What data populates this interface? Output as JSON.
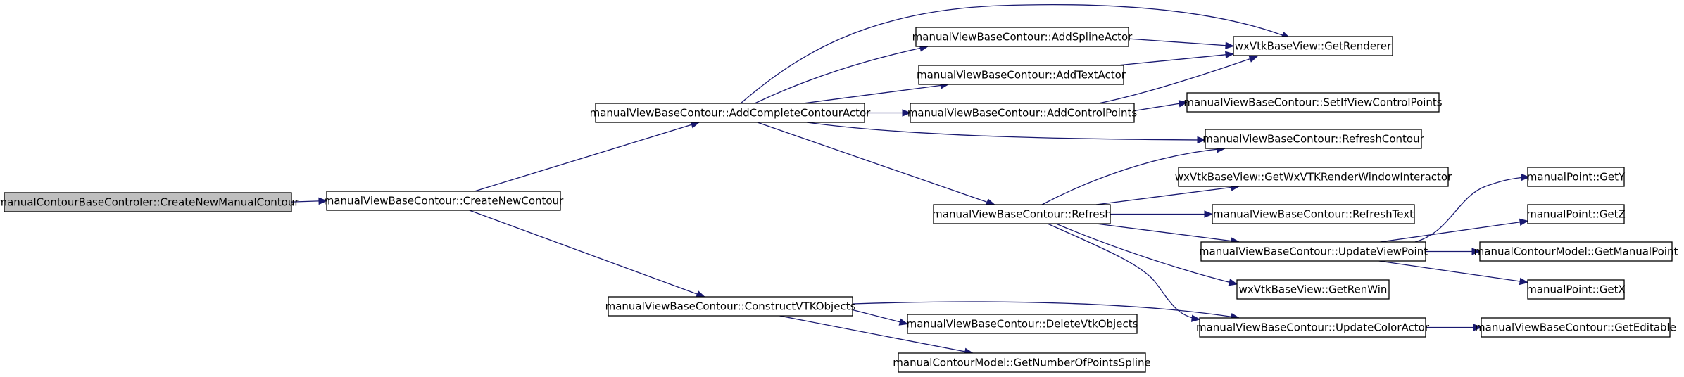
{
  "colors": {
    "root_fill": "#bfbfbf",
    "node_fill": "#ffffff",
    "border": "#000000",
    "edge": "#191970"
  },
  "nodes": [
    {
      "id": "n0",
      "label": "manualContourBaseControler::CreateNewManualContour",
      "root": true
    },
    {
      "id": "n1",
      "label": "manualViewBaseContour::CreateNewContour"
    },
    {
      "id": "n2",
      "label": "manualViewBaseContour::AddCompleteContourActor"
    },
    {
      "id": "n3",
      "label": "manualViewBaseContour::ConstructVTKObjects"
    },
    {
      "id": "n4",
      "label": "manualViewBaseContour::AddSplineActor"
    },
    {
      "id": "n5",
      "label": "manualViewBaseContour::AddTextActor"
    },
    {
      "id": "n6",
      "label": "manualViewBaseContour::AddControlPoints"
    },
    {
      "id": "n7",
      "label": "manualViewBaseContour::Refresh"
    },
    {
      "id": "n8",
      "label": "wxVtkBaseView::GetRenderer"
    },
    {
      "id": "n9",
      "label": "manualViewBaseContour::SetIfViewControlPoints"
    },
    {
      "id": "n10",
      "label": "manualViewBaseContour::RefreshContour"
    },
    {
      "id": "n11",
      "label": "wxVtkBaseView::GetWxVTKRenderWindowInteractor"
    },
    {
      "id": "n12",
      "label": "manualViewBaseContour::RefreshText"
    },
    {
      "id": "n13",
      "label": "manualViewBaseContour::UpdateViewPoint"
    },
    {
      "id": "n14",
      "label": "wxVtkBaseView::GetRenWin"
    },
    {
      "id": "n15",
      "label": "manualViewBaseContour::UpdateColorActor"
    },
    {
      "id": "n16",
      "label": "manualViewBaseContour::DeleteVtkObjects"
    },
    {
      "id": "n17",
      "label": "manualContourModel::GetNumberOfPointsSpline"
    },
    {
      "id": "n18",
      "label": "manualPoint::GetY"
    },
    {
      "id": "n19",
      "label": "manualPoint::GetZ"
    },
    {
      "id": "n20",
      "label": "manualContourModel::GetManualPoint"
    },
    {
      "id": "n21",
      "label": "manualPoint::GetX"
    },
    {
      "id": "n22",
      "label": "manualViewBaseContour::GetEditable"
    }
  ],
  "edges": [
    {
      "from": "n0",
      "to": "n1"
    },
    {
      "from": "n1",
      "to": "n2"
    },
    {
      "from": "n1",
      "to": "n3"
    },
    {
      "from": "n2",
      "to": "n4"
    },
    {
      "from": "n2",
      "to": "n5"
    },
    {
      "from": "n2",
      "to": "n6"
    },
    {
      "from": "n2",
      "to": "n8"
    },
    {
      "from": "n2",
      "to": "n10"
    },
    {
      "from": "n2",
      "to": "n7"
    },
    {
      "from": "n4",
      "to": "n8"
    },
    {
      "from": "n5",
      "to": "n8"
    },
    {
      "from": "n6",
      "to": "n8"
    },
    {
      "from": "n6",
      "to": "n9"
    },
    {
      "from": "n7",
      "to": "n10"
    },
    {
      "from": "n7",
      "to": "n11"
    },
    {
      "from": "n7",
      "to": "n12"
    },
    {
      "from": "n7",
      "to": "n13"
    },
    {
      "from": "n7",
      "to": "n14"
    },
    {
      "from": "n7",
      "to": "n15"
    },
    {
      "from": "n13",
      "to": "n18"
    },
    {
      "from": "n13",
      "to": "n19"
    },
    {
      "from": "n13",
      "to": "n20"
    },
    {
      "from": "n13",
      "to": "n21"
    },
    {
      "from": "n3",
      "to": "n15"
    },
    {
      "from": "n3",
      "to": "n16"
    },
    {
      "from": "n3",
      "to": "n17"
    },
    {
      "from": "n15",
      "to": "n22"
    }
  ]
}
